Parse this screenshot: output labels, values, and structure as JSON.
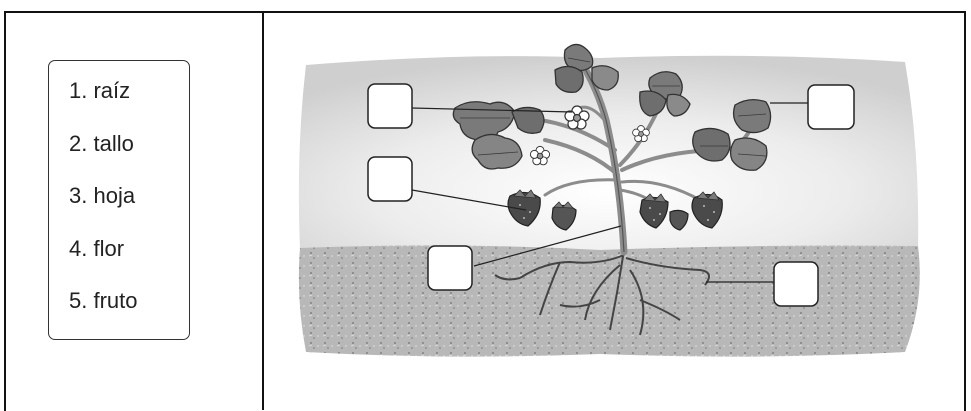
{
  "word_list": {
    "items": [
      {
        "number": "1.",
        "word": "raíz"
      },
      {
        "number": "2.",
        "word": "tallo"
      },
      {
        "number": "3.",
        "word": "hoja"
      },
      {
        "number": "4.",
        "word": "flor"
      },
      {
        "number": "5.",
        "word": "fruto"
      }
    ]
  },
  "illustration": {
    "subject": "strawberry-plant",
    "colors": {
      "sky": "#d4d4d4",
      "soil": "#b0b0b0",
      "leaf": "#7a7a7a",
      "leaf_dark": "#5a5a5a",
      "stem": "#8c8c8c",
      "fruit": "#4a4a4a",
      "root": "#444444"
    },
    "answer_boxes": [
      {
        "id": "box-upper-left",
        "value": ""
      },
      {
        "id": "box-upper-right",
        "value": ""
      },
      {
        "id": "box-middle-left",
        "value": ""
      },
      {
        "id": "box-lower-left",
        "value": ""
      },
      {
        "id": "box-lower-right",
        "value": ""
      }
    ]
  }
}
